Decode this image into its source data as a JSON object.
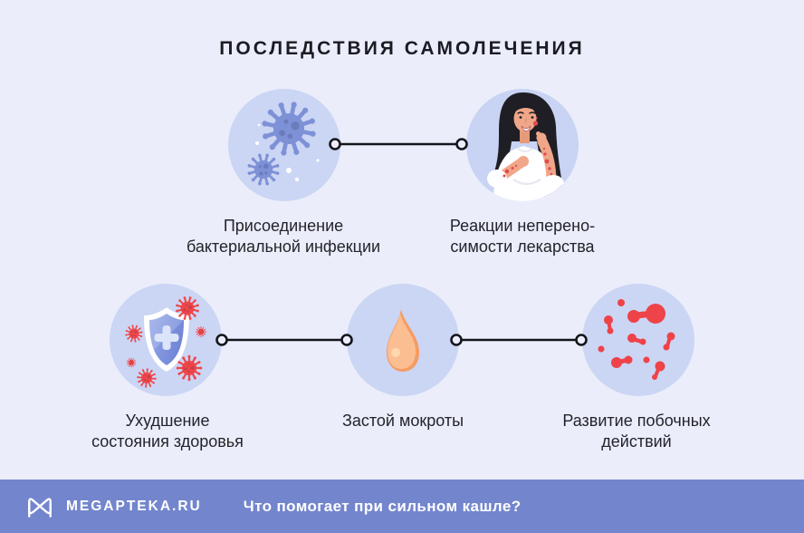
{
  "title": "ПОСЛЕДСТВИЯ САМОЛЕЧЕНИЯ",
  "figures": [
    {
      "name": "bacterial-infection",
      "icon": "virus-icon",
      "label": "Присоединение\nбактериальной инфекции"
    },
    {
      "name": "drug-intolerance",
      "icon": "allergic-reaction-woman-icon",
      "label": "Реакции неперено-\nсимости лекарства"
    },
    {
      "name": "health-decline",
      "icon": "shield-cross-viruses-icon",
      "label": "Ухудшение\nсостояния здоровья"
    },
    {
      "name": "mucus-stagnation",
      "icon": "mucus-drop-icon",
      "label": "Застой мокроты"
    },
    {
      "name": "side-effects",
      "icon": "molecules-icon",
      "label": "Развитие побочных\nдействий"
    }
  ],
  "footer": {
    "brand": "MEGAPTEKA.RU",
    "question": "Что помогает при сильном кашле?",
    "logo": "megapteka-m-logo"
  },
  "colors": {
    "background": "#EBEEFA",
    "bubble": "#CBD5F4",
    "virus_blue": "#7E91D6",
    "virus_red": "#EE4649",
    "shield_blue": "#7D92DC",
    "drop_orange": "#FBBE92",
    "footer_bg": "#7385CD",
    "connector_line": "#15151C",
    "text": "#23232B"
  }
}
